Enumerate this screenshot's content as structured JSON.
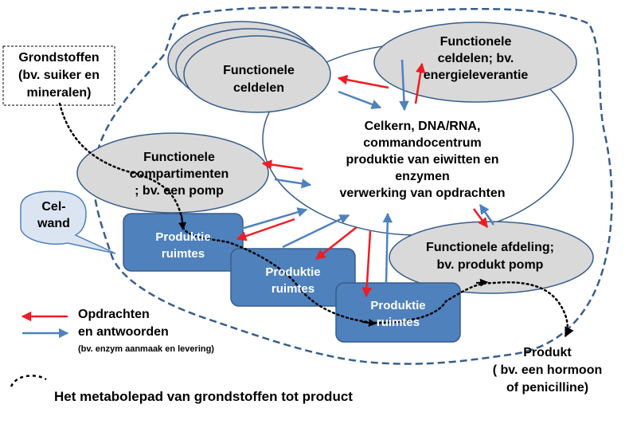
{
  "diagram": {
    "grondstoffen": "Grondstoffen\n(bv. suiker en\nmineralen)",
    "celdelen_left": "Functionele\nceldelen",
    "celdelen_right": "Functionele\nceldelen; bv.\nenergieleverantie",
    "kern": "Celkern, DNA/RNA,\ncommandocentrum\nproduktie van eiwitten en\nenzymen\nverwerking van opdrachten",
    "compartimenten": "Functionele\ncompartimenten\n; bv. een pomp",
    "celwand": "Cel-\nwand",
    "afdeling": "Functionele afdeling;\nbv. produkt pomp",
    "produktie_1": "Produktie\nruimtes",
    "produktie_2": "Produktie\nruimtes",
    "produktie_3": "Produktie\nruimtes",
    "produkt": "Produkt\n( bv. een hormoon\nof penicilline)"
  },
  "legend": {
    "opdrachten": "Opdrachten",
    "antwoorden": "en antwoorden",
    "voorbeeld": "(bv. enzym aanmaak en levering)",
    "pad": "Het metabolepad van grondstoffen tot product"
  },
  "colors": {
    "red_arrow": "#ee1c25",
    "blue_arrow": "#4f81bd",
    "box_blue": "#4f81bd",
    "ellipse_grey": "#d9d9d9",
    "cell_border": "#385d8a"
  }
}
